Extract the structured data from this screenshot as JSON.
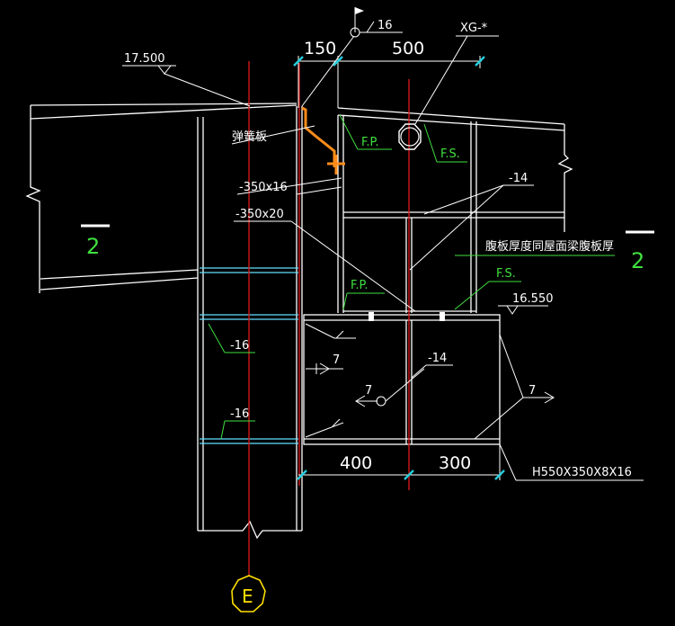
{
  "colors": {
    "background": "#000000",
    "line": "#ffffff",
    "leader": "#ffffff",
    "annotation": "#3fe03f",
    "axis": "#e01818",
    "dimension_tick": "#20d0e0",
    "purlin": "#ff8c1a",
    "stiffener": "#5fe0ff",
    "grid_bubble": "#ffe000"
  },
  "labels": {
    "weld_size_top": "16",
    "member_tag": "XG-*",
    "elev_top": "17.500",
    "elev_bottom": "16.550",
    "spring_plate": "弹簧板",
    "plate_350x16": "-350x16",
    "plate_350x20": "-350x20",
    "plate_14_top": "-14",
    "plate_14_mid": "-14",
    "plate_16_a": "-16",
    "plate_16_b": "-16",
    "fp_top": "F.P.",
    "fs_top": "F.S.",
    "fp_bottom": "F.P.",
    "fs_bottom": "F.S.",
    "web_note": "腹板厚度同屋面梁腹板厚",
    "weld_7_a": "7",
    "weld_7_b": "7",
    "weld_7_c": "7",
    "section_mark_left": "2",
    "section_mark_right": "2",
    "beam_section": "H550X350X8X16",
    "grid_axis": "E"
  },
  "dimensions": {
    "top_left": "150",
    "top_right": "500",
    "bottom_left": "400",
    "bottom_right": "300"
  }
}
